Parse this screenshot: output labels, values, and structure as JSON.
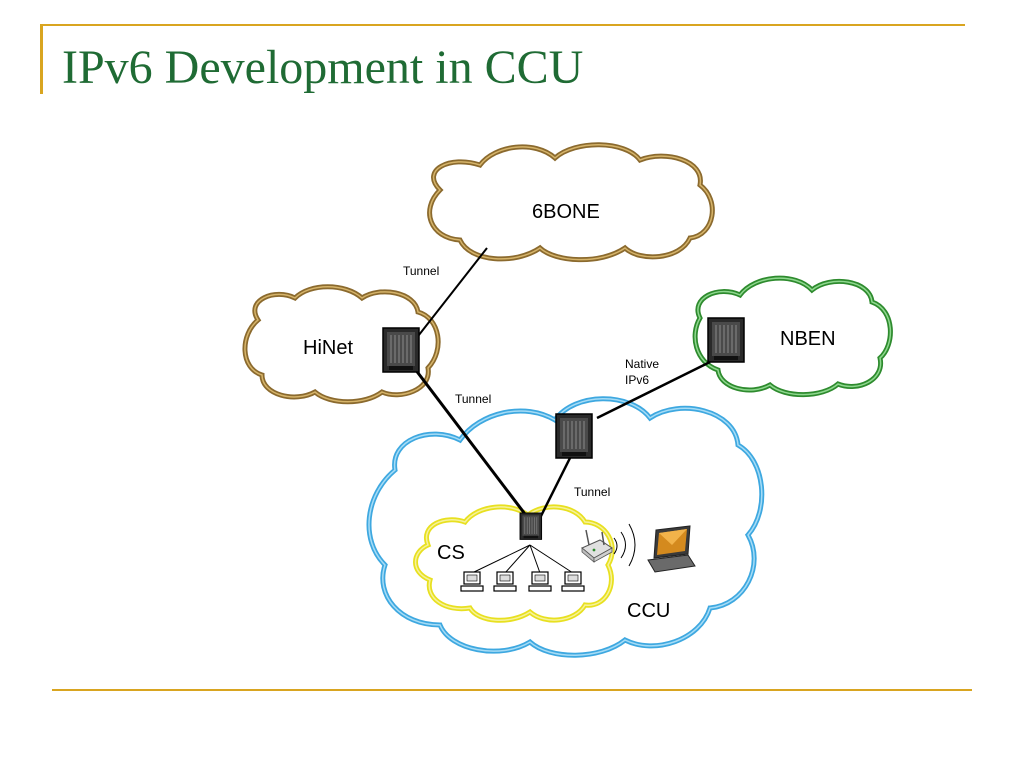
{
  "slide": {
    "title": "IPv6 Development in CCU"
  },
  "colors": {
    "title": "#1f6b34",
    "rule": "#d9a520",
    "cloud_brown": "#8b6a2e",
    "cloud_green": "#2e8b2e",
    "cloud_blue": "#3ea8e0",
    "cloud_yellow": "#e8e020"
  },
  "diagram": {
    "clouds": {
      "sixbone": "6BONE",
      "hinet": "HiNet",
      "nben": "NBEN",
      "ccu": "CCU",
      "cs": "CS"
    },
    "links": {
      "sixbone_hinet": "Tunnel",
      "hinet_cs": "Tunnel",
      "ccu_cs": "Tunnel",
      "nben_ccu_line1": "Native",
      "nben_ccu_line2": "IPv6"
    },
    "icons": [
      "router-icon",
      "computer-icon",
      "wireless-access-point-icon",
      "laptop-icon"
    ]
  }
}
